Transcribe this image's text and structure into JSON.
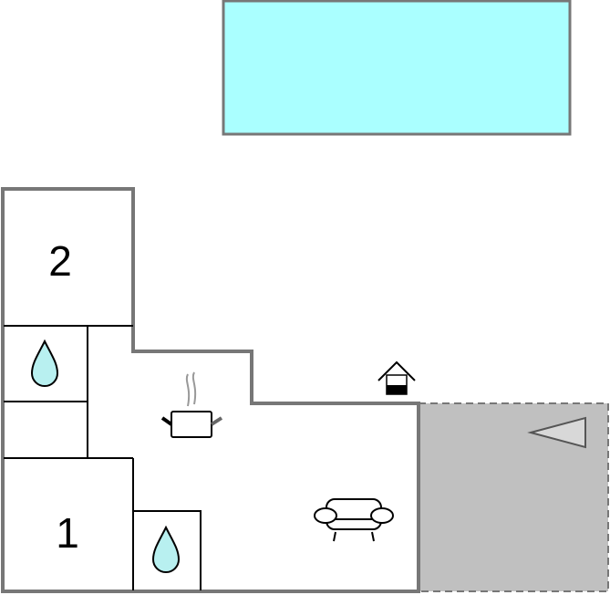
{
  "rooms": {
    "bedroom_2_label": "2",
    "bedroom_1_label": "1"
  },
  "icons": [
    "pool",
    "water-drop-icon",
    "cooking-pot-icon",
    "sofa-icon",
    "house-icon",
    "terrace-direction-icon"
  ],
  "colors": {
    "pool": "#aaffff",
    "wall": "#777777",
    "terrace": "#c0c0c0",
    "drop": "#b8f0f0"
  }
}
